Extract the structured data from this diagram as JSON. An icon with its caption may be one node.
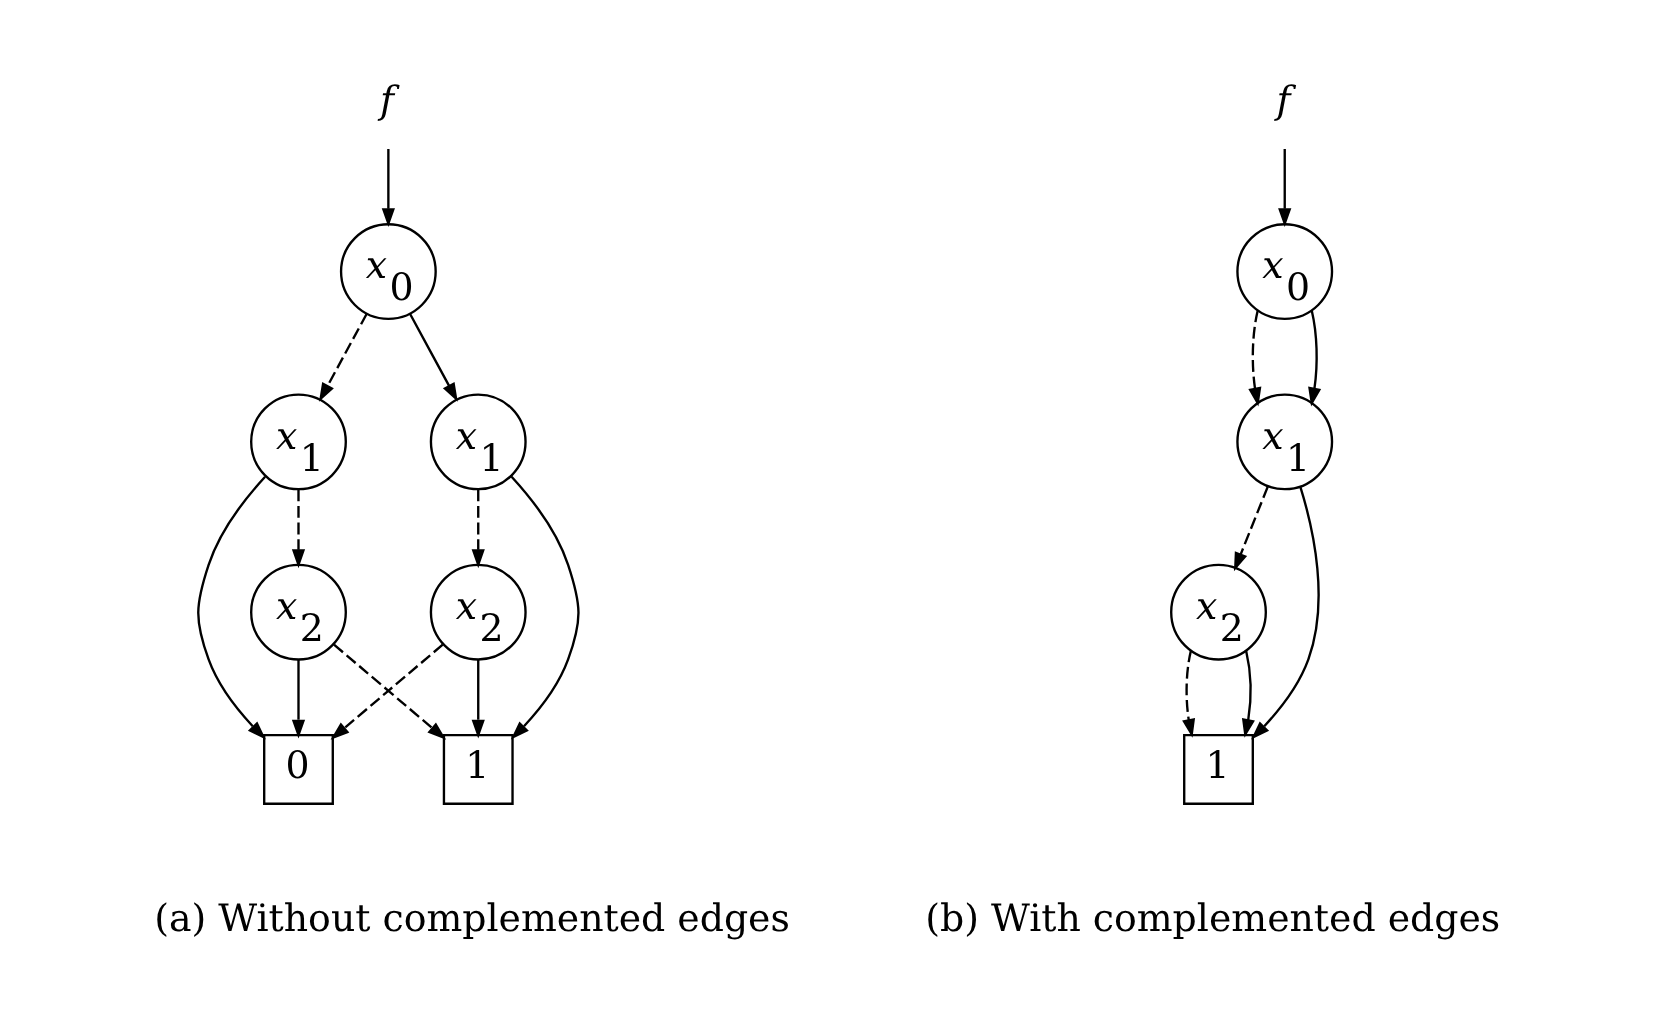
{
  "diagram": {
    "nodes": [
      {
        "text": [
          "f"
        ]
      },
      {
        "text": [
          "x$_{0}$"
        ]
      },
      {
        "text": [
          "x$_{1}$"
        ]
      },
      {
        "text": [
          "x$_{1}$"
        ]
      },
      {
        "text": [
          "x$_{2}$"
        ]
      },
      {
        "text": [
          "x$_{2}$"
        ]
      },
      {
        "text": [
          "0"
        ]
      },
      {
        "text": [
          "1"
        ]
      },
      {
        "text": [
          "f"
        ]
      },
      {
        "text": [
          "x$_{0}$"
        ]
      },
      {
        "text": [
          "x$_{1}$"
        ]
      },
      {
        "text": [
          "x$_{2}$"
        ]
      },
      {
        "text": [
          "1"
        ]
      }
    ],
    "edges": [
      {
        "from": 0,
        "to": 1,
        "arrow": "to"
      },
      {
        "from": 1,
        "to": 2,
        "arrow": "to",
        "style": "dashed"
      },
      {
        "from": 1,
        "to": 3,
        "arrow": "to"
      },
      {
        "from": 2,
        "to": 6,
        "arrow": "to"
      },
      {
        "from": 2,
        "to": 4,
        "arrow": "to",
        "style": "dashed"
      },
      {
        "from": 3,
        "to": 5,
        "arrow": "to",
        "style": "dashed"
      },
      {
        "from": 3,
        "to": 7,
        "arrow": "to"
      },
      {
        "from": 4,
        "to": 6,
        "arrow": "to"
      },
      {
        "from": 4,
        "to": 7,
        "arrow": "to",
        "style": "dashed"
      },
      {
        "from": 5,
        "to": 7,
        "arrow": "to"
      },
      {
        "from": 5,
        "to": 6,
        "arrow": "to",
        "style": "dashed"
      },
      {
        "from": 8,
        "to": 9,
        "arrow": "to"
      },
      {
        "from": 9,
        "to": 10,
        "arrow": "to",
        "style": "dashed"
      },
      {
        "from": 9,
        "to": 10,
        "arrow": "to"
      },
      {
        "from": 10,
        "to": 11,
        "arrow": "to",
        "style": "dashed"
      },
      {
        "from": 10,
        "to": 12,
        "arrow": "to"
      },
      {
        "from": 11,
        "to": 12,
        "arrow": "to",
        "style": "dashed"
      },
      {
        "from": 11,
        "to": 12,
        "arrow": "to"
      }
    ],
    "labels": [
      "(a) Without complemented edges",
      "(b) With complemented edges"
    ]
  }
}
